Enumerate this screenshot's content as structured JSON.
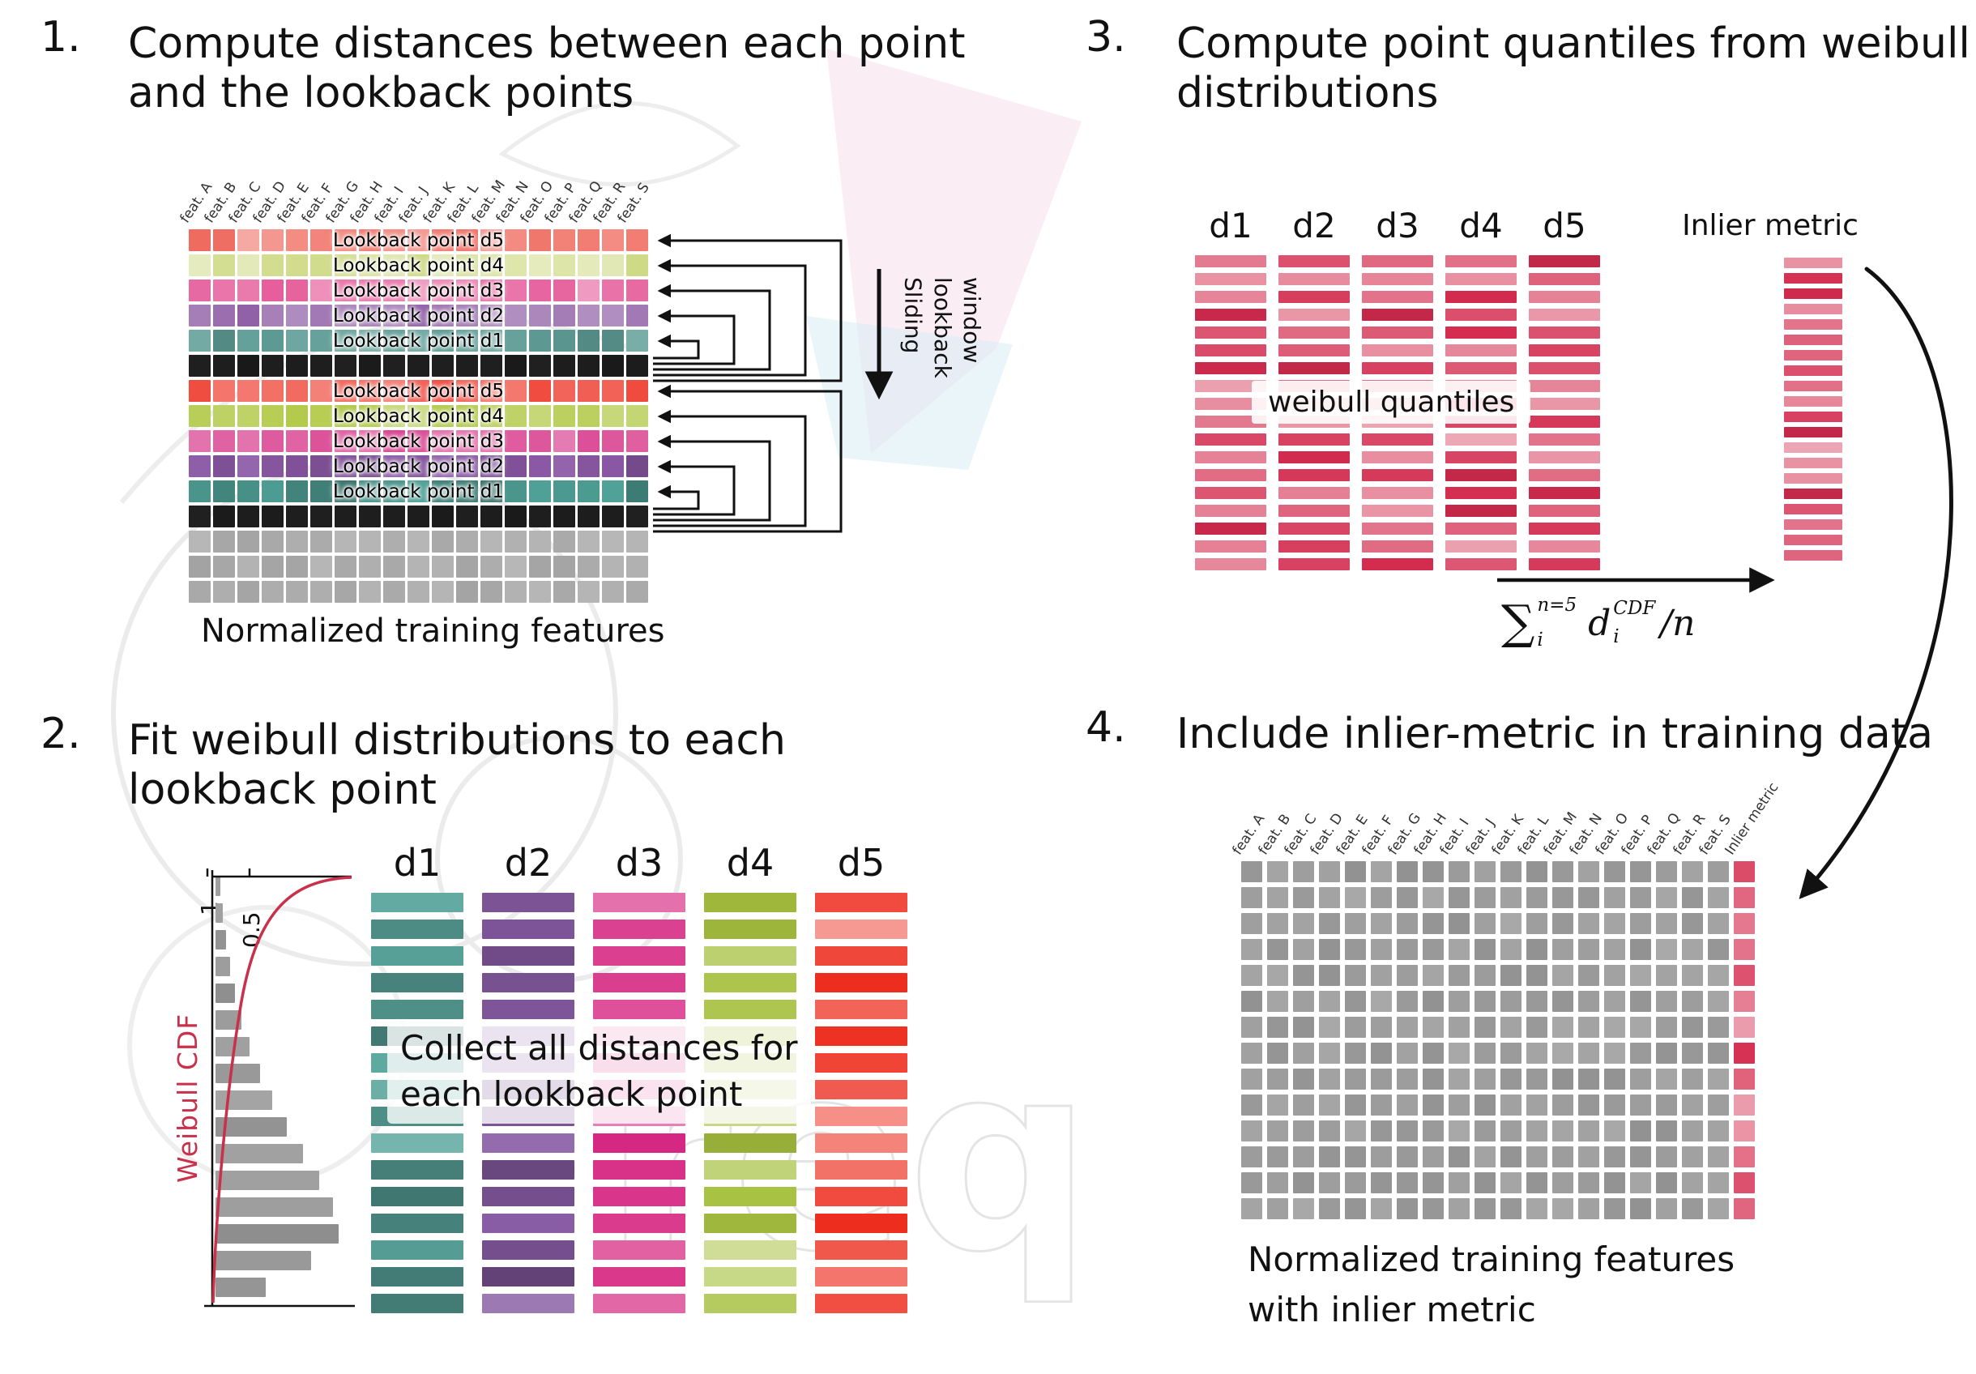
{
  "panel1": {
    "step": "1.",
    "title": "Compute distances between each point and the lookback points",
    "caption": "Normalized training features",
    "sliding_label": "Sliding lookback window",
    "feature_columns": [
      "feat. A",
      "feat. B",
      "feat. C",
      "feat. D",
      "feat. E",
      "feat. F",
      "feat. G",
      "feat. H",
      "feat. I",
      "feat. J",
      "feat. K",
      "feat. L",
      "feat. M",
      "feat. N",
      "feat. O",
      "feat. P",
      "feat. Q",
      "feat. R",
      "feat. S"
    ],
    "rows": [
      {
        "label": "Lookback point d5",
        "color": "#f2857c",
        "kind": "lookback"
      },
      {
        "label": "Lookback point d4",
        "color": "#d8e19d",
        "kind": "lookback"
      },
      {
        "label": "Lookback point d3",
        "color": "#ea79ac",
        "kind": "lookback"
      },
      {
        "label": "Lookback point d2",
        "color": "#9e73b1",
        "kind": "lookback"
      },
      {
        "label": "Lookback point d1",
        "color": "#609e97",
        "kind": "lookback"
      },
      {
        "label": "",
        "color": "#1c1c1c",
        "kind": "current"
      },
      {
        "label": "Lookback point d5",
        "color": "#f15b50",
        "kind": "lookback"
      },
      {
        "label": "Lookback point d4",
        "color": "#bdd163",
        "kind": "lookback"
      },
      {
        "label": "Lookback point d3",
        "color": "#de5b9f",
        "kind": "lookback"
      },
      {
        "label": "Lookback point d2",
        "color": "#7f5197",
        "kind": "lookback"
      },
      {
        "label": "Lookback point d1",
        "color": "#42867e",
        "kind": "lookback"
      },
      {
        "label": "",
        "color": "#1c1c1c",
        "kind": "current"
      },
      {
        "label": "",
        "color": "#acacac",
        "kind": "future"
      },
      {
        "label": "",
        "color": "#acacac",
        "kind": "future"
      },
      {
        "label": "",
        "color": "#acacac",
        "kind": "future"
      }
    ]
  },
  "panel2": {
    "step": "2.",
    "title": "Fit weibull distributions to each lookback point",
    "overlay_line1": "Collect all distances for",
    "overlay_line2": "each lookback point",
    "chart": {
      "ylabel": "Weibull CDF",
      "tick_1": "1",
      "tick_05": "0.5",
      "curve_color": "#c9304a",
      "bar_color": "#9a9a9a",
      "hist_widths": [
        6,
        9,
        13,
        18,
        24,
        32,
        42,
        55,
        70,
        88,
        108,
        128,
        145,
        152,
        118,
        62
      ]
    },
    "columns": [
      {
        "label": "d1",
        "color": "#4f928a"
      },
      {
        "label": "d2",
        "color": "#7d5497"
      },
      {
        "label": "d3",
        "color": "#e05ba0"
      },
      {
        "label": "d4",
        "color": "#b4ca5d"
      },
      {
        "label": "d5",
        "color": "#f15a4e"
      }
    ],
    "bars_per_column": 16
  },
  "panel3": {
    "step": "3.",
    "title": "Compute point quantiles from weibull distributions",
    "column_labels": [
      "d1",
      "d2",
      "d3",
      "d4",
      "d5"
    ],
    "overlay": "weibull quantiles",
    "inlier_label": "Inlier metric",
    "bar_color": "#dc5672",
    "bars_per_column": 18,
    "inlier_bar_count": 20,
    "formula": {
      "sigma": "∑",
      "sup": "n=5",
      "sub": "i",
      "term": "d",
      "term_sup": "CDF",
      "term_sub": "i",
      "tail": "/n"
    }
  },
  "panel4": {
    "step": "4.",
    "title": "Include inlier-metric in training data",
    "caption_line1": "Normalized training features",
    "caption_line2": "with inlier metric",
    "feature_columns": [
      "feat. A",
      "feat. B",
      "feat. C",
      "feat. D",
      "feat. E",
      "feat. F",
      "feat. G",
      "feat. H",
      "feat. I",
      "feat. J",
      "feat. K",
      "feat. L",
      "feat. M",
      "feat. N",
      "feat. O",
      "feat. P",
      "feat. Q",
      "feat. R",
      "feat. S"
    ],
    "inlier_column_label": "Inlier metric",
    "row_count": 14,
    "cell_color": "#9d9d9d",
    "inlier_color": "#df5f79"
  }
}
